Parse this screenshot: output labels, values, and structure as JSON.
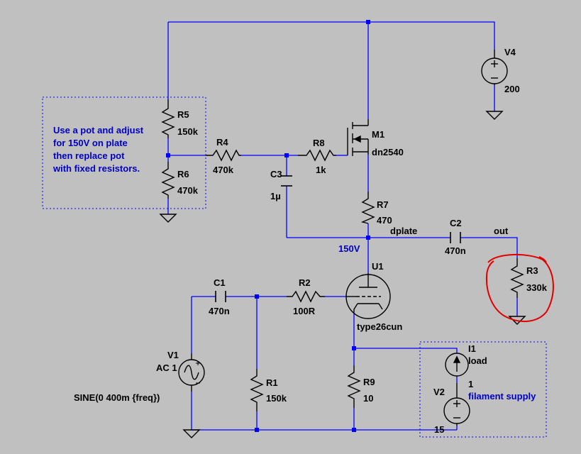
{
  "note": {
    "line1": "Use a pot and adjust",
    "line2": "for 150V on plate",
    "line3": "then replace pot",
    "line4": "with fixed resistors."
  },
  "components": {
    "R5": {
      "ref": "R5",
      "value": "150k"
    },
    "R6": {
      "ref": "R6",
      "value": "470k"
    },
    "R4": {
      "ref": "R4",
      "value": "470k"
    },
    "R8": {
      "ref": "R8",
      "value": "1k"
    },
    "C3": {
      "ref": "C3",
      "value": "1µ"
    },
    "M1": {
      "ref": "M1",
      "value": "dn2540"
    },
    "R7": {
      "ref": "R7",
      "value": "470"
    },
    "V4": {
      "ref": "V4",
      "value": "200"
    },
    "C2": {
      "ref": "C2",
      "value": "470n"
    },
    "R3": {
      "ref": "R3",
      "value": "330k"
    },
    "U1": {
      "ref": "U1",
      "value": "type26cun"
    },
    "C1": {
      "ref": "C1",
      "value": "470n"
    },
    "R2": {
      "ref": "R2",
      "value": "100R"
    },
    "V1": {
      "ref": "V1",
      "value": "AC 1",
      "source": "SINE(0 400m {freq})"
    },
    "R1": {
      "ref": "R1",
      "value": "150k"
    },
    "R9": {
      "ref": "R9",
      "value": "10"
    },
    "I1": {
      "ref": "I1",
      "value": "load",
      "num": "1"
    },
    "V2": {
      "ref": "V2",
      "value": "15"
    }
  },
  "nets": {
    "dplate": "dplate",
    "out": "out",
    "plate_voltage": "150V",
    "filament": "filament supply"
  },
  "colors": {
    "background": "#c0c0c0",
    "wire": "#0000ff",
    "annotation": "#0000c0",
    "highlight": "#e00000"
  }
}
